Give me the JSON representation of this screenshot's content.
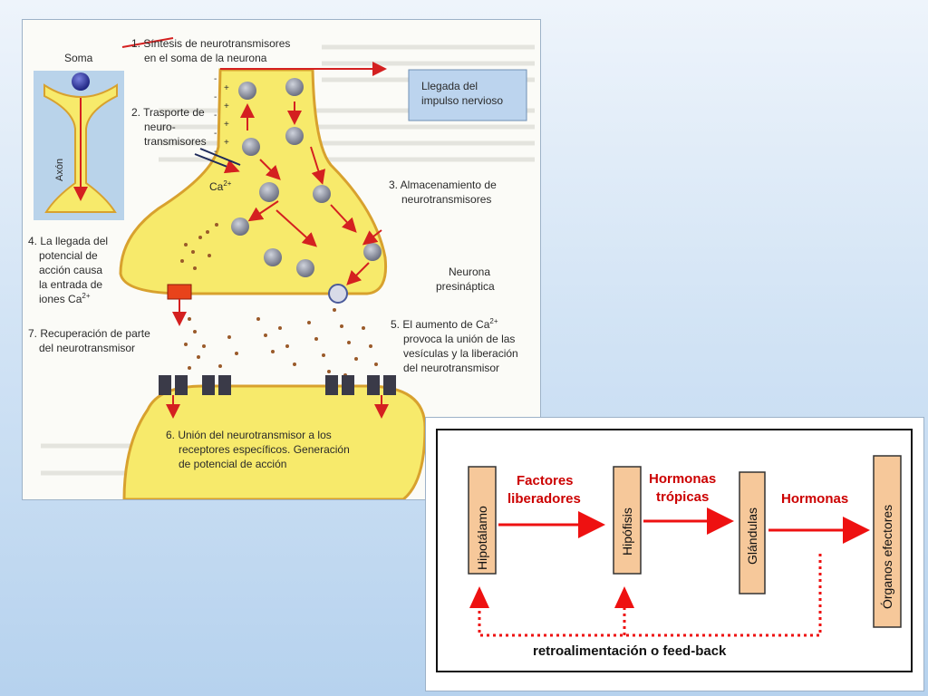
{
  "synapse": {
    "soma_label": "Soma",
    "axon_label": "Axón",
    "step1": [
      "1. Síntesis de neurotransmisores",
      "en el soma de la neurona"
    ],
    "step2": [
      "2. Trasporte de",
      "neuro-",
      "transmisores"
    ],
    "impulse_box": [
      "Llegada del",
      "impulso nervioso"
    ],
    "step3": [
      "3. Almacenamiento de",
      "neurotransmisores"
    ],
    "calcium_label": "Ca",
    "calcium_sup": "2+",
    "step4": [
      "4. La llegada del",
      "potencial de",
      "acción causa",
      "la entrada de",
      "iones Ca"
    ],
    "presynaptic_label": [
      "Neurona",
      "presináptica"
    ],
    "step7": [
      "7. Recuperación de parte",
      "del neurotransmisor"
    ],
    "step5": [
      "5. El aumento de Ca",
      "provoca la unión de las",
      "vesículas y la liberación",
      "del neurotransmisor"
    ],
    "step6": [
      "6. Unión del neurotransmisor a los",
      "receptores específicos. Generación",
      "de potencial de acción"
    ],
    "charges": [
      "-",
      "+",
      "-",
      "+",
      "-",
      "+",
      "-",
      "+",
      "-"
    ]
  },
  "feedback_diagram": {
    "boxes": [
      "Hipotálamo",
      "Hipófisis",
      "Glándulas",
      "Órganos efectores"
    ],
    "arrow_labels": [
      [
        "Factores",
        "liberadores"
      ],
      [
        "Hormonas",
        "trópicas"
      ],
      [
        "Hormonas"
      ]
    ],
    "feedback_caption": "retroalimentación o feed-back",
    "colors": {
      "arrow": "#ee1111",
      "box_fill": "#f6c89a",
      "box_border": "#333333"
    }
  }
}
